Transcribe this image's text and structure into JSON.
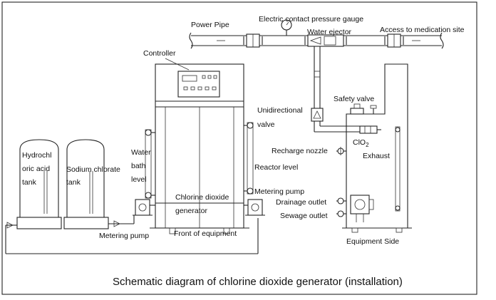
{
  "labels": {
    "power_pipe": "Power Pipe",
    "pressure_gauge": "Electric contact pressure gauge",
    "water_ejector": "Water ejector",
    "medication_site": "Access to medication site",
    "controller": "Controller",
    "unidirectional_1": "Unidirectional",
    "unidirectional_2": "valve",
    "safety_valve": "Safety valve",
    "clo2": "ClO",
    "clo2_sub": "2",
    "water_1": "Water",
    "water_2": "bath",
    "water_3": "level",
    "recharge_nozzle": "Recharge nozzle",
    "exhaust": "Exhaust",
    "reactor_level": "Reactor level",
    "hcl_1": "Hydrochl",
    "hcl_2": "oric acid",
    "hcl_3": "tank",
    "sodium_1": "Sodium chlorate",
    "sodium_2": "tank",
    "generator_1": "Chlorine dioxide",
    "generator_2": "generator",
    "metering_pump_right": "Metering pump",
    "drainage_outlet": "Drainage outlet",
    "sewage_outlet": "Sewage outlet",
    "metering_pump_left": "Metering pump",
    "front_of_equipment": "Front of equipment",
    "equipment_side": "Equipment Side"
  },
  "caption": "Schematic diagram of chlorine dioxide generator (installation)"
}
